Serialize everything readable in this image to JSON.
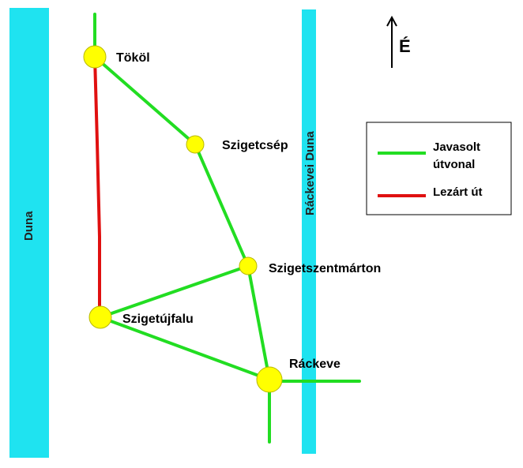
{
  "colors": {
    "river": "#1fe3f0",
    "suggested_route": "#22dd22",
    "closed_road": "#e01010",
    "town_fill": "#ffff00",
    "town_stroke": "#b8b800"
  },
  "rivers": {
    "duna": "Duna",
    "rackevei_duna": "Ráckevei Duna"
  },
  "north": {
    "label": "É"
  },
  "towns": {
    "tokol": "Tököl",
    "szigetcsep": "Szigetcsép",
    "szigetszentmarton": "Szigetszentmárton",
    "szigetujfalu": "Szigetújfalu",
    "rackeve": "Ráckeve"
  },
  "legend": {
    "suggested_line1": "Javasolt",
    "suggested_line2": "útvonal",
    "closed": "Lezárt út"
  }
}
